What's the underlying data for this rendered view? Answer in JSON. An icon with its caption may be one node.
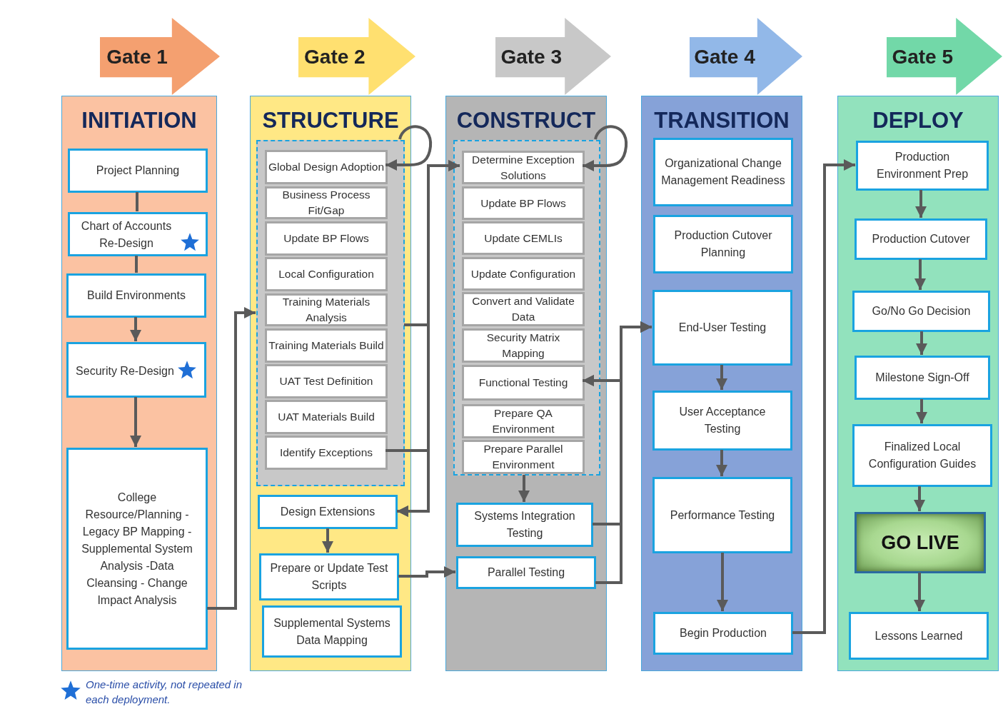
{
  "diagram": {
    "nodes": [
      {
        "text": [
          "Gate 1"
        ]
      },
      {
        "text": [
          "Gate 2"
        ]
      },
      {
        "text": [
          "Gate 3"
        ]
      },
      {
        "text": [
          "Gate 4"
        ]
      },
      {
        "text": [
          "Gate 5"
        ]
      },
      {
        "text": [
          "INITIATION"
        ]
      },
      {
        "text": [
          "Project Planning"
        ],
        "in": 5
      },
      {
        "text": [
          "Chart of Accounts Re-Design"
        ],
        "in": 5
      },
      {
        "text": [
          "Build Environments"
        ],
        "in": 5
      },
      {
        "text": [
          "Security Re-Design"
        ],
        "in": 5
      },
      {
        "text": [
          "College Resource/Planning -Legacy BP Mapping -Supplemental System Analysis -Data Cleansing - Change Impact Analysis"
        ],
        "in": 5
      },
      {
        "text": [
          "STRUCTURE"
        ]
      },
      {
        "text": [],
        "shape": "box",
        "in": 11
      },
      {
        "text": [
          "Global Design Adoption"
        ],
        "in": 12
      },
      {
        "text": [
          "Business Process Fit/Gap"
        ],
        "in": 12
      },
      {
        "text": [
          "Update BP Flows"
        ],
        "in": 12
      },
      {
        "text": [
          "Local Configuration"
        ],
        "in": 12
      },
      {
        "text": [
          "Training Materials Analysis"
        ],
        "in": 12
      },
      {
        "text": [
          "Training Materials Build"
        ],
        "in": 12
      },
      {
        "text": [
          "UAT Test Definition"
        ],
        "in": 12
      },
      {
        "text": [
          "UAT Materials Build"
        ],
        "in": 12
      },
      {
        "text": [
          "Identify Exceptions"
        ],
        "in": 12
      },
      {
        "text": [
          "Design Extensions"
        ],
        "in": 11
      },
      {
        "text": [
          "Prepare or Update Test Scripts"
        ],
        "in": 11
      },
      {
        "text": [
          "Supplemental Systems Data Mapping"
        ],
        "in": 11
      },
      {
        "text": [
          "CONSTRUCT"
        ]
      },
      {
        "text": [],
        "shape": "box",
        "in": 25
      },
      {
        "text": [
          "Determine Exception Solutions"
        ],
        "in": 26
      },
      {
        "text": [
          "Update BP Flows"
        ],
        "in": 26
      },
      {
        "text": [
          "Update CEMLIs"
        ],
        "in": 26
      },
      {
        "text": [
          "Update Configuration"
        ],
        "in": 26
      },
      {
        "text": [
          "Convert and Validate Data"
        ],
        "in": 26
      },
      {
        "text": [
          "Security Matrix Mapping"
        ],
        "in": 26
      },
      {
        "text": [
          "Functional Testing"
        ],
        "in": 26
      },
      {
        "text": [
          "Prepare QA Environment"
        ],
        "in": 26
      },
      {
        "text": [
          "Prepare Parallel Environment"
        ],
        "in": 26
      },
      {
        "text": [
          "Systems Integration Testing"
        ],
        "in": 25
      },
      {
        "text": [
          "Parallel Testing"
        ],
        "in": 25
      },
      {
        "text": [
          "TRANSITION"
        ]
      },
      {
        "text": [
          "Organizational Change Management Readiness"
        ],
        "in": 38
      },
      {
        "text": [
          "Production Cutover Planning"
        ],
        "in": 38
      },
      {
        "text": [
          "End-User Testing"
        ],
        "in": 38
      },
      {
        "text": [
          "User Acceptance Testing"
        ],
        "in": 38
      },
      {
        "text": [
          "Performance Testing"
        ],
        "in": 38
      },
      {
        "text": [
          "Begin Production"
        ],
        "in": 38
      },
      {
        "text": [
          "DEPLOY"
        ]
      },
      {
        "text": [
          "Production Environment Prep"
        ],
        "in": 45
      },
      {
        "text": [
          "Production Cutover"
        ],
        "in": 45
      },
      {
        "text": [
          "Go/No Go Decision"
        ],
        "in": 45
      },
      {
        "text": [
          "Milestone Sign-Off"
        ],
        "in": 45
      },
      {
        "text": [
          "Finalized Local Configuration Guides"
        ],
        "in": 45
      },
      {
        "text": [
          "GO LIVE"
        ],
        "in": 45
      },
      {
        "text": [
          "Lessons Learned"
        ],
        "in": 45
      }
    ],
    "edges": [
      {
        "from": 6,
        "to": 7,
        "arrow": "none"
      },
      {
        "from": 7,
        "to": 8,
        "arrow": "none"
      },
      {
        "from": 8,
        "to": 9,
        "arrow": "to"
      },
      {
        "from": 9,
        "to": 10,
        "arrow": "to"
      },
      {
        "from": 10,
        "to": 12,
        "arrow": "to"
      },
      {
        "from": 12,
        "to": 13,
        "arrow": "to"
      },
      {
        "from": 12,
        "to": 27,
        "arrow": "to"
      },
      {
        "from": 12,
        "to": 22,
        "arrow": "to"
      },
      {
        "from": 21,
        "to": 27,
        "arrow": "to"
      },
      {
        "from": 21,
        "to": 22,
        "arrow": "to"
      },
      {
        "from": 22,
        "to": 23,
        "arrow": "to"
      },
      {
        "from": 23,
        "to": 37,
        "arrow": "to"
      },
      {
        "from": 26,
        "to": 27,
        "arrow": "to"
      },
      {
        "from": 26,
        "to": 36,
        "arrow": "to"
      },
      {
        "from": 36,
        "to": 41,
        "arrow": "to"
      },
      {
        "from": 36,
        "to": 33,
        "arrow": "to"
      },
      {
        "from": 37,
        "to": 41,
        "arrow": "to"
      },
      {
        "from": 37,
        "to": 33,
        "arrow": "to"
      },
      {
        "from": 41,
        "to": 42,
        "arrow": "to"
      },
      {
        "from": 42,
        "to": 43,
        "arrow": "to"
      },
      {
        "from": 43,
        "to": 44,
        "arrow": "to"
      },
      {
        "from": 44,
        "to": 46,
        "arrow": "to"
      },
      {
        "from": 46,
        "to": 47,
        "arrow": "to"
      },
      {
        "from": 47,
        "to": 48,
        "arrow": "to"
      },
      {
        "from": 48,
        "to": 49,
        "arrow": "to"
      },
      {
        "from": 49,
        "to": 50,
        "arrow": "to"
      },
      {
        "from": 50,
        "to": 51,
        "arrow": "to"
      },
      {
        "from": 51,
        "to": 52,
        "arrow": "to"
      }
    ],
    "legend": [
      {
        "text": "One-time activity, not repeated in each deployment."
      }
    ]
  }
}
